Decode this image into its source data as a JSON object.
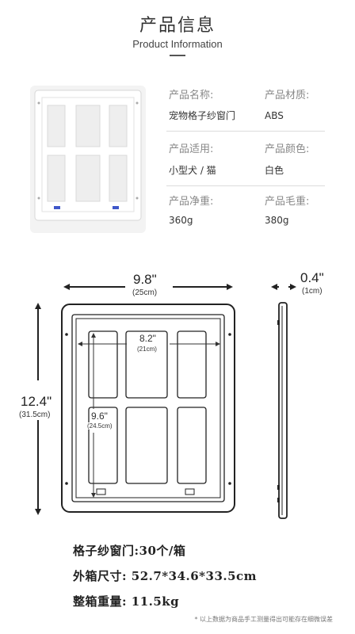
{
  "header": {
    "title_cn": "产品信息",
    "title_en": "Product Information"
  },
  "specs": [
    {
      "label": "产品名称:",
      "value": "宠物格子纱窗门"
    },
    {
      "label": "产品材质:",
      "value": "ABS"
    },
    {
      "label": "产品适用:",
      "value": "小型犬 / 猫"
    },
    {
      "label": "产品颜色:",
      "value": "白色"
    },
    {
      "label": "产品净重:",
      "value": "360g"
    },
    {
      "label": "产品毛重:",
      "value": "380g"
    }
  ],
  "dimensions": {
    "width_in": "9.8\"",
    "width_cm": "(25cm)",
    "depth_in": "0.4\"",
    "depth_cm": "(1cm)",
    "height_in": "12.4\"",
    "height_cm": "(31.5cm)",
    "inner_width_in": "8.2\"",
    "inner_width_cm": "(21cm)",
    "inner_height_in": "9.6\"",
    "inner_height_cm": "(24.5cm)"
  },
  "packing": {
    "per_box": "格子纱窗门:30个/箱",
    "box_size": "外箱尺寸: 52.7*34.6*33.5cm",
    "box_weight": "整箱重量: 11.5kg"
  },
  "footnote": "* 以上数据为商品手工测量得出可能存在细微误差",
  "colors": {
    "line": "#222222",
    "frame_fill": "#ffffff",
    "card_bg": "#f3f3f3",
    "label_gray": "#888888",
    "badge_blue": "#3f57c9"
  }
}
